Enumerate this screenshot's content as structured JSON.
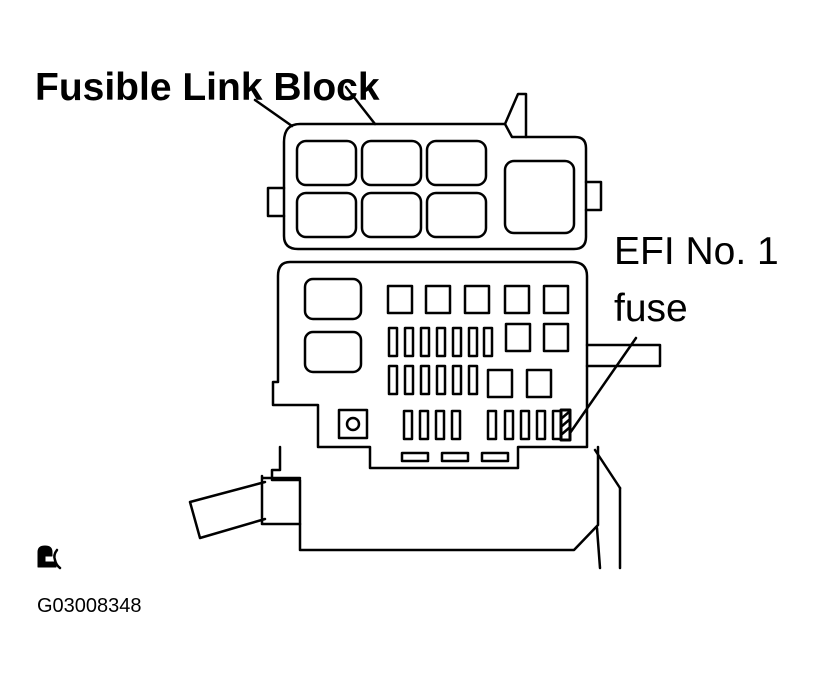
{
  "labels": {
    "fusible_link_block": "Fusible Link Block",
    "efi_line1": "EFI No. 1",
    "efi_line2": "fuse",
    "figure_code": "G03008348"
  },
  "colors": {
    "line": "#000000",
    "background": "#ffffff"
  },
  "icons": {
    "corner_symbol": "toyota-figure-mark-icon"
  }
}
